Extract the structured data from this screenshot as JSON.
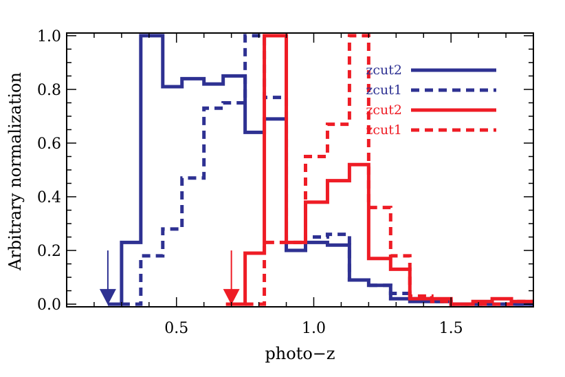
{
  "chart_data": {
    "type": "line",
    "step": true,
    "title": "",
    "xlabel": "photo−z",
    "ylabel": "Arbitrary normalization",
    "xlim": [
      0.1,
      1.8
    ],
    "ylim": [
      -0.01,
      1.01
    ],
    "xticks": {
      "major": [
        0.5,
        1.0,
        1.5
      ],
      "labels": [
        "0.5",
        "1.0",
        "1.5"
      ]
    },
    "yticks": {
      "major": [
        0.0,
        0.2,
        0.4,
        0.6,
        0.8,
        1.0
      ],
      "labels": [
        "0.0",
        "0.2",
        "0.4",
        "0.6",
        "0.8",
        "1.0"
      ]
    },
    "grid": false,
    "legend_position": "top-right",
    "series": [
      {
        "name": "zcut2",
        "color": "#2e3192",
        "dash": "solid",
        "edges": [
          0.25,
          0.3,
          0.37,
          0.45,
          0.52,
          0.6,
          0.67,
          0.75,
          0.82,
          0.9,
          0.97,
          1.05,
          1.13,
          1.2,
          1.28,
          1.35,
          1.43,
          1.5,
          1.58,
          1.65,
          1.72,
          1.8
        ],
        "values": [
          0.0,
          0.23,
          1.0,
          0.81,
          0.84,
          0.82,
          0.85,
          0.64,
          0.69,
          0.2,
          0.23,
          0.22,
          0.09,
          0.07,
          0.02,
          0.01,
          0.01,
          0.0,
          0.0,
          0.0,
          0.0
        ]
      },
      {
        "name": "zcut1",
        "color": "#2e3192",
        "dash": "dashed",
        "edges": [
          0.3,
          0.37,
          0.45,
          0.52,
          0.6,
          0.67,
          0.75,
          0.82,
          0.9,
          0.97,
          1.05,
          1.13,
          1.2,
          1.28,
          1.35,
          1.43,
          1.5,
          1.58,
          1.65,
          1.72,
          1.8
        ],
        "values": [
          0.0,
          0.18,
          0.28,
          0.47,
          0.73,
          0.75,
          1.0,
          0.77,
          0.2,
          0.25,
          0.26,
          0.09,
          0.07,
          0.04,
          0.02,
          0.01,
          0.0,
          0.0,
          0.0,
          0.0
        ]
      },
      {
        "name": "zcut2",
        "color": "#ee1c25",
        "dash": "solid",
        "edges": [
          0.68,
          0.75,
          0.82,
          0.9,
          0.97,
          1.05,
          1.13,
          1.2,
          1.28,
          1.35,
          1.43,
          1.5,
          1.58,
          1.65,
          1.72,
          1.8
        ],
        "values": [
          0.0,
          0.19,
          1.0,
          0.23,
          0.38,
          0.46,
          0.52,
          0.17,
          0.13,
          0.02,
          0.02,
          0.0,
          0.01,
          0.02,
          0.01
        ],
        "values_note": ""
      },
      {
        "name": "zcut1",
        "color": "#ee1c25",
        "dash": "dashed",
        "edges": [
          0.75,
          0.82,
          0.9,
          0.97,
          1.05,
          1.13,
          1.2,
          1.28,
          1.35,
          1.43,
          1.5,
          1.58,
          1.65,
          1.72,
          1.8
        ],
        "values": [
          0.0,
          0.23,
          0.23,
          0.55,
          0.67,
          1.0,
          0.36,
          0.18,
          0.03,
          0.01,
          0.0,
          0.0,
          0.0,
          0.01
        ],
        "values_note": ""
      }
    ],
    "annotations": [
      {
        "kind": "arrow-down",
        "x": 0.25,
        "y_top": 0.2,
        "y_bottom": 0.0,
        "color": "#2e3192"
      },
      {
        "kind": "arrow-down",
        "x": 0.7,
        "y_top": 0.2,
        "y_bottom": 0.0,
        "color": "#ee1c25"
      }
    ]
  }
}
